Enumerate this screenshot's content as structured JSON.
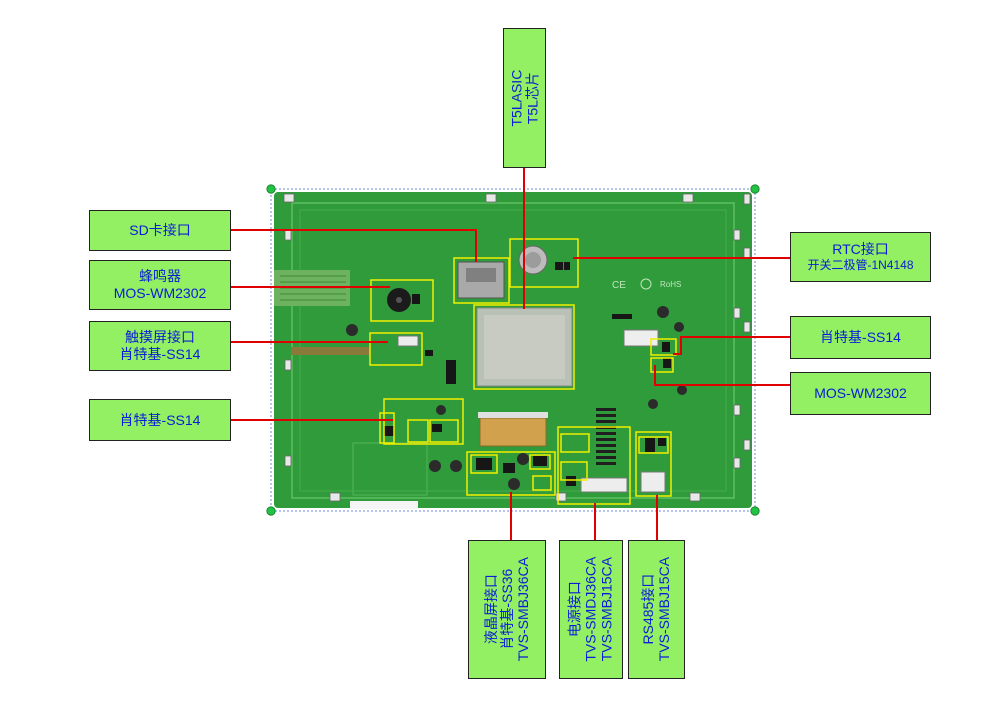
{
  "labels": {
    "t5l": {
      "line1": "T5LASIC",
      "line2": "T5L芯片"
    },
    "sd": {
      "line1": "SD卡接口"
    },
    "buzzer": {
      "line1": "蜂鸣器",
      "line2": "MOS-WM2302"
    },
    "touch": {
      "line1": "触摸屏接口",
      "line2": "肖特基-SS14"
    },
    "schottky_left": {
      "line1": "肖特基-SS14"
    },
    "rtc": {
      "line1": "RTC接口",
      "line2": "开关二极管-1N4148"
    },
    "schottky_right": {
      "line1": "肖特基-SS14"
    },
    "mos_right": {
      "line1": "MOS-WM2302"
    },
    "lcd": {
      "line1": "液晶屏接口",
      "line2": "肖特基-SS36",
      "line3": "TVS-SMBJ36CA"
    },
    "power": {
      "line1": "电源接口",
      "line2": "TVS-SMDJ36CA",
      "line3": "TVS-SMBJ15CA"
    },
    "rs485": {
      "line1": "RS485接口",
      "line2": "TVS-SMBJ15CA"
    }
  },
  "board_marks": {
    "ce": "CE",
    "rohs": "RoHS"
  },
  "colors": {
    "label_fill": "#92f062",
    "label_text": "#0a1cd8",
    "leader_line": "#e00000",
    "highlight_box": "#f0f000",
    "pcb": "#2f9b3a"
  }
}
